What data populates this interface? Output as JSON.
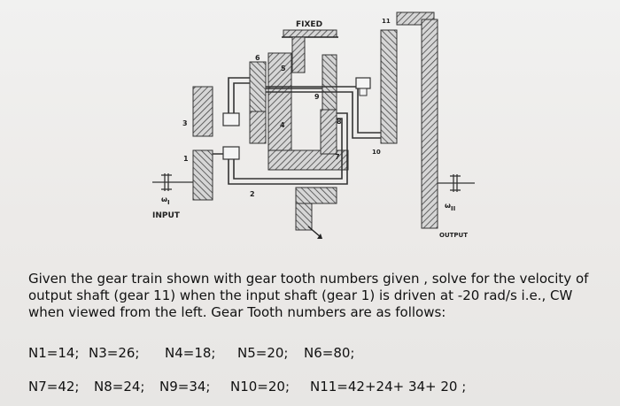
{
  "diagram": {
    "labels": {
      "fixed": "FIXED",
      "input": "INPUT",
      "output": "OUTPUT",
      "omega_in": "ω",
      "omega_in_sub": "I",
      "omega_out": "ω",
      "omega_out_sub": "II",
      "g1": "1",
      "g2": "2",
      "g3": "3",
      "g4": "4",
      "g5": "5",
      "g6": "6",
      "g7": "7",
      "g8": "8",
      "g9": "9",
      "g10": "10",
      "g11": "11"
    }
  },
  "problem": {
    "statement": "Given the gear train shown with gear tooth numbers given , solve for the velocity of output shaft (gear 11) when the input shaft (gear 1) is driven at -20 rad/s i.e., CW when viewed from the left. Gear Tooth numbers are as follows:",
    "row1": [
      "N1=14;",
      "N3=26;",
      "N4=18;",
      "N5=20;",
      "N6=80;"
    ],
    "row2": [
      "N7=42;",
      "N8=24;",
      "N9=34;",
      "N10=20;",
      "N11=42+24+ 34+ 20 ;"
    ]
  }
}
